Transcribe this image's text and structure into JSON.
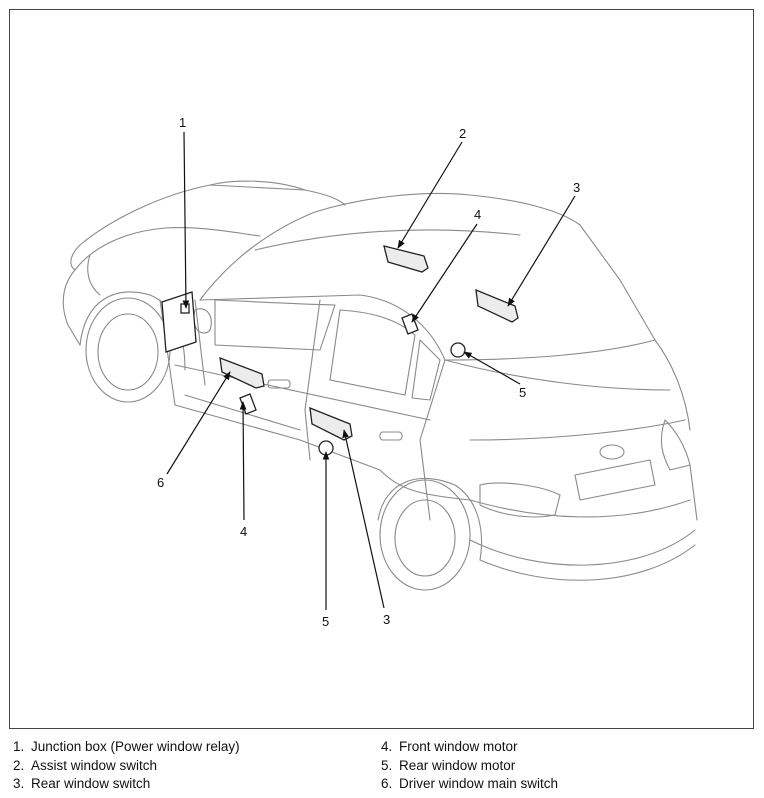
{
  "callouts": {
    "c1": "1",
    "c2": "2",
    "c3_top": "3",
    "c4_top": "4",
    "c5_right": "5",
    "c6": "6",
    "c4_bottom": "4",
    "c5_bottom": "5",
    "c3_bottom": "3"
  },
  "legend": [
    {
      "num": "1.",
      "text": "Junction box (Power window relay)"
    },
    {
      "num": "2.",
      "text": "Assist window switch"
    },
    {
      "num": "3.",
      "text": "Rear window switch"
    },
    {
      "num": "4.",
      "text": "Front window motor"
    },
    {
      "num": "5.",
      "text": "Rear window motor"
    },
    {
      "num": "6.",
      "text": "Driver window main switch"
    }
  ]
}
